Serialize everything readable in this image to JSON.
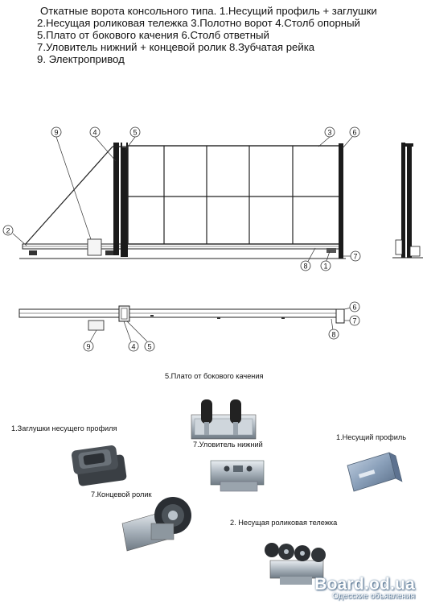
{
  "legend": [
    "Откатные ворота консольного типа. 1.Несущий профиль + заглушки",
    "2.Несущая роликовая тележка 3.Полотно ворот 4.Столб опорный",
    "5.Плато от бокового качения 6.Столб ответный",
    "7.Уловитель нижний + концевой ролик 8.Зубчатая рейка",
    "9. Электропривод"
  ],
  "callouts": {
    "front": [
      "9",
      "4",
      "5",
      "3",
      "6",
      "2",
      "8",
      "1",
      "7"
    ],
    "top": [
      "6",
      "7",
      "8",
      "9",
      "4",
      "5"
    ]
  },
  "captions": {
    "plate": "5.Плато от бокового качения",
    "caps": "1.Заглушки несущего профиля",
    "catcher": "7.Уловитель нижний",
    "profile": "1.Несущий профиль",
    "roller": "7.Концевой ролик",
    "carriage": "2. Несущая роликовая тележка"
  },
  "watermark": {
    "site": "Board.od.ua",
    "tagline": "Одесские объявления"
  }
}
